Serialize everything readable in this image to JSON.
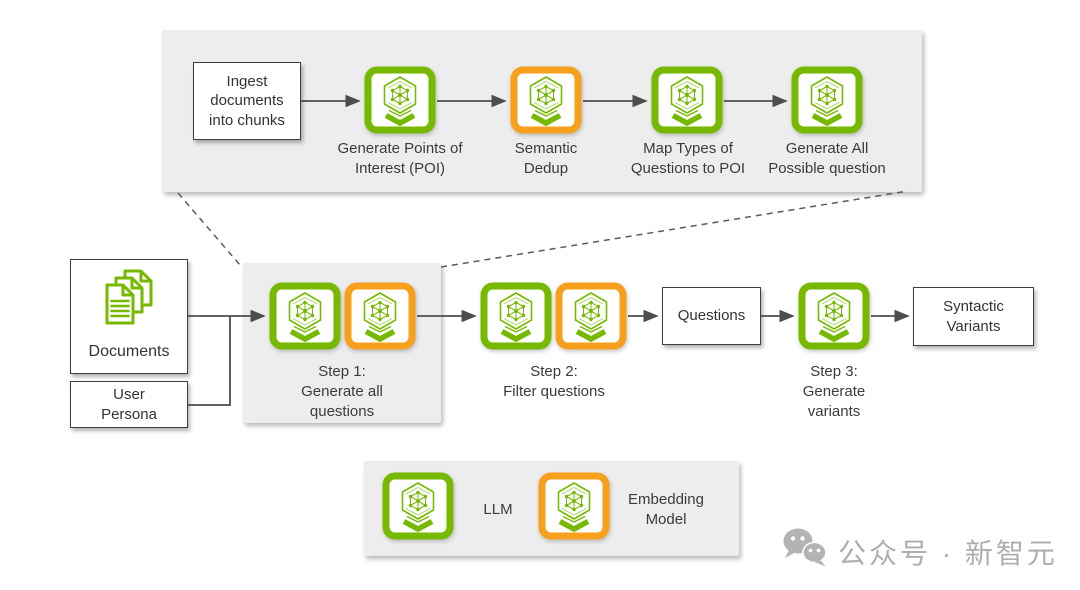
{
  "colors": {
    "llm_green": "#76b900",
    "embedding_orange": "#f7a01e",
    "panel_gray": "#ededed",
    "arrow_gray": "#4d4d4d",
    "text_dark": "#3b3b3b",
    "watermark_gray": "#aeaeae"
  },
  "top_panel": {
    "input_box_label": "Ingest\ndocuments\ninto chunks",
    "nodes": [
      {
        "type": "llm",
        "label": "Generate Points of\nInterest (POI)"
      },
      {
        "type": "embedding",
        "label": "Semantic\nDedup"
      },
      {
        "type": "llm",
        "label": "Map Types of\nQuestions to POI"
      },
      {
        "type": "llm",
        "label": "Generate All\nPossible question"
      }
    ]
  },
  "main_flow": {
    "documents_label": "Documents",
    "user_persona_label": "User\nPersona",
    "steps": [
      {
        "icons": [
          "llm",
          "embedding"
        ],
        "label": "Step 1:\nGenerate all\nquestions"
      },
      {
        "icons": [
          "llm",
          "embedding"
        ],
        "label": "Step 2:\nFilter questions"
      },
      {
        "icons": [
          "llm"
        ],
        "label": "Step 3:\nGenerate\nvariants"
      }
    ],
    "questions_label": "Questions",
    "syntactic_variants_label": "Syntactic\nVariants"
  },
  "legend": {
    "llm_label": "LLM",
    "embedding_label": "Embedding\nModel"
  },
  "watermark": {
    "text": "公众号 · 新智元"
  }
}
